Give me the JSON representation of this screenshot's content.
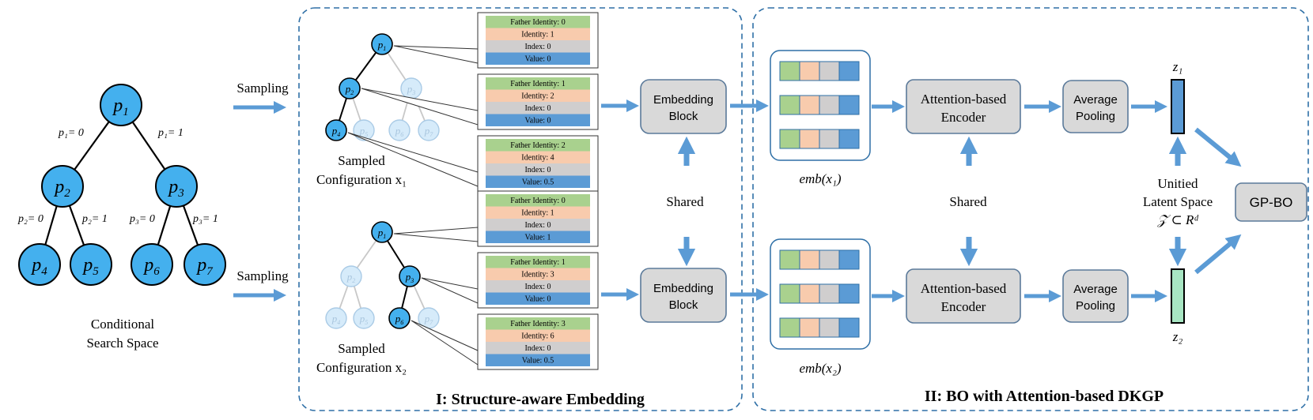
{
  "search_space": {
    "nodes": {
      "p1": "p",
      "p2": "p",
      "p3": "p",
      "p4": "p",
      "p5": "p",
      "p6": "p",
      "p7": "p"
    },
    "subscripts": {
      "p1": "1",
      "p2": "2",
      "p3": "3",
      "p4": "4",
      "p5": "5",
      "p6": "6",
      "p7": "7"
    },
    "edge_labels": {
      "p1_left": "p₁= 0",
      "p1_right": "p₁= 1",
      "p2_left": "p₂= 0",
      "p2_right": "p₂= 1",
      "p3_left": "p₃= 0",
      "p3_right": "p₃= 1"
    },
    "caption_line1": "Conditional",
    "caption_line2": "Search Space"
  },
  "sampling_label_top": "Sampling",
  "sampling_label_bottom": "Sampling",
  "section1": {
    "title": "I: Structure-aware Embedding",
    "config1_line1": "Sampled",
    "config1_line2": "Configuration x₁",
    "config2_line1": "Sampled",
    "config2_line2": "Configuration x₂",
    "embedding_top_line1": "Embedding",
    "embedding_top_line2": "Block",
    "embedding_bottom_line1": "Embedding",
    "embedding_bottom_line2": "Block",
    "shared": "Shared",
    "cards": [
      [
        "Father Identity: 0",
        "Identity: 1",
        "Index: 0",
        "Value: 0"
      ],
      [
        "Father Identity: 1",
        "Identity: 2",
        "Index: 0",
        "Value: 0"
      ],
      [
        "Father Identity: 2",
        "Identity: 4",
        "Index: 0",
        "Value: 0.5"
      ],
      [
        "Father Identity: 0",
        "Identity: 1",
        "Index: 0",
        "Value: 1"
      ],
      [
        "Father Identity: 1",
        "Identity: 3",
        "Index: 0",
        "Value: 0"
      ],
      [
        "Father Identity: 3",
        "Identity: 6",
        "Index: 0",
        "Value: 0.5"
      ]
    ]
  },
  "section2": {
    "title": "II: BO with Attention-based DKGP",
    "emb1_label": "emb(x₁)",
    "emb2_label": "emb(x₂)",
    "encoder_top_line1": "Attention-based",
    "encoder_top_line2": "Encoder",
    "encoder_bottom_line1": "Attention-based",
    "encoder_bottom_line2": "Encoder",
    "shared": "Shared",
    "pool_top_line1": "Average",
    "pool_top_line2": "Pooling",
    "pool_bottom_line1": "Average",
    "pool_bottom_line2": "Pooling",
    "z1": "z₁",
    "z2": "z₂",
    "latent_line1": "Unitied",
    "latent_line2": "Latent Space",
    "latent_line3": "𝒵 ⊂ Rᵈ",
    "gpbo": "GP-BO"
  },
  "colors": {
    "node_blue": "#44b0ee",
    "faded_node": "#d6ebfa",
    "arrow_blue": "#5b9bd5",
    "dash_border": "#2e6fa6",
    "row_green": "#a9d18e",
    "row_orange": "#f8cbad",
    "row_gray": "#d0cece",
    "row_blue": "#5b9bd5",
    "block_gray": "#d9d9d9",
    "block_border": "#5b7a9a",
    "z2_green": "#a8e6c3"
  }
}
